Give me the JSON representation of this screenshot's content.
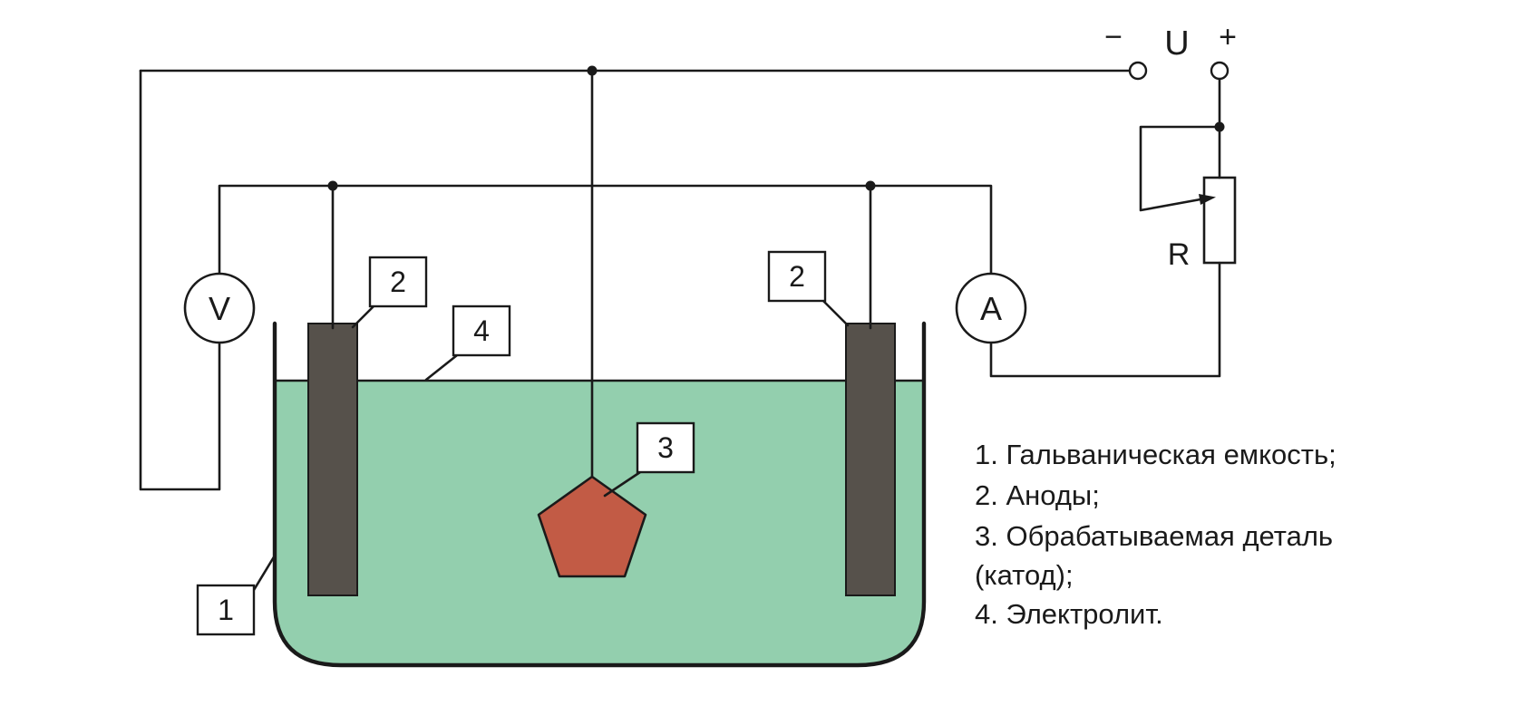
{
  "diagram": {
    "power": {
      "minus": "−",
      "label": "U",
      "plus": "+"
    },
    "meters": {
      "voltmeter": "V",
      "ammeter": "A"
    },
    "rheostat": {
      "label": "R"
    },
    "callouts": {
      "tank": "1",
      "anode_left": "2",
      "anode_right": "2",
      "workpiece": "3",
      "electrolyte": "4"
    },
    "legend": {
      "lines": [
        "1. Гальваническая емкость;",
        "2. Аноды;",
        "3. Обрабатываемая деталь",
        " (катод);",
        "4. Электролит."
      ]
    },
    "colors": {
      "electrolyte": "#93cfae",
      "workpiece": "#c25b45",
      "anode": "#56514b",
      "wire": "#1a1a1a",
      "background": "#ffffff"
    }
  }
}
